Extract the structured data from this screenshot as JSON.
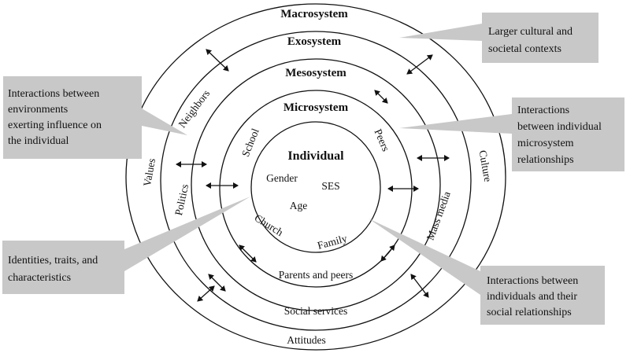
{
  "systems": {
    "macro": "Macrosystem",
    "exo": "Exosystem",
    "meso": "Mesosystem",
    "micro": "Microsystem",
    "individual": "Individual"
  },
  "individual_traits": {
    "gender": "Gender",
    "ses": "SES",
    "age": "Age"
  },
  "micro_items": {
    "school": "School",
    "peers": "Peers",
    "church": "Church",
    "family": "Family"
  },
  "meso_items": {
    "parents_peers": "Parents and peers"
  },
  "exo_items": {
    "neighbors": "Neighbors",
    "politics": "Politics",
    "mass_media": "Mass media",
    "social_services": "Social services"
  },
  "macro_items": {
    "values": "Values",
    "culture": "Culture",
    "attitudes": "Attitudes"
  },
  "callouts": {
    "macro": [
      "Larger cultural and",
      "societal contexts"
    ],
    "exo": [
      "Interactions between",
      "environments",
      "exerting influence on",
      "the individual"
    ],
    "meso": [
      "Interactions",
      "between individual",
      "microsystem",
      "relationships"
    ],
    "individual": [
      "Identities, traits, and",
      "characteristics"
    ],
    "micro": [
      "Interactions between",
      "individuals and their",
      "social relationships"
    ]
  },
  "colors": {
    "callout_fill": "#c8c8c8",
    "line": "#111111"
  }
}
